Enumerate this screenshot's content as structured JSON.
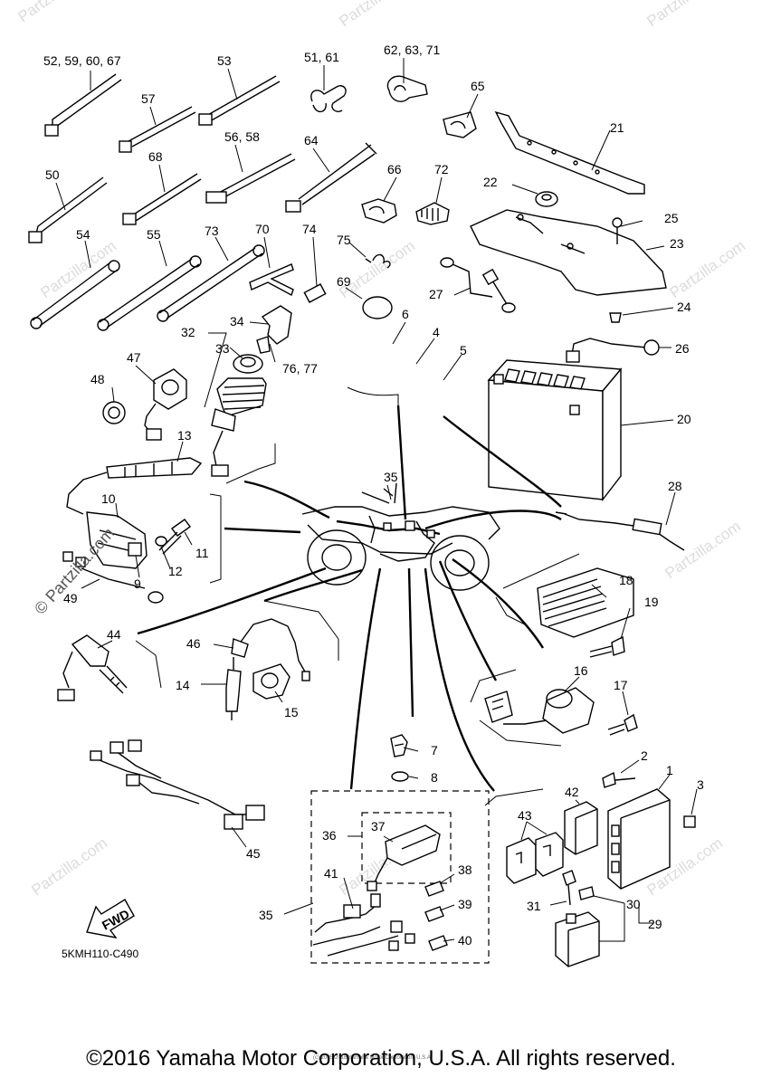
{
  "labels": {
    "l1": "1",
    "l2": "2",
    "l3": "3",
    "l4": "4",
    "l5": "5",
    "l6": "6",
    "l7": "7",
    "l8": "8",
    "l9": "9",
    "l10": "10",
    "l11": "11",
    "l12": "12",
    "l13": "13",
    "l14": "14",
    "l15": "15",
    "l16": "16",
    "l17": "17",
    "l18": "18",
    "l19": "19",
    "l20": "20",
    "l21": "21",
    "l22": "22",
    "l23": "23",
    "l24": "24",
    "l25": "25",
    "l26": "26",
    "l27": "27",
    "l28": "28",
    "l29": "29",
    "l30": "30",
    "l31": "31",
    "l32": "32",
    "l33": "33",
    "l34": "34",
    "l35a": "35",
    "l35b": "35",
    "l36": "36",
    "l37": "37",
    "l38": "38",
    "l39": "39",
    "l40": "40",
    "l41": "41",
    "l42": "42",
    "l43": "43",
    "l44": "44",
    "l45": "45",
    "l46": "46",
    "l47": "47",
    "l48": "48",
    "l49": "49",
    "l50": "50",
    "l52": "52, 59, 60, 67",
    "l53": "53",
    "l51": "51, 61",
    "l62": "62, 63, 71",
    "l65": "65",
    "l57": "57",
    "l56": "56, 58",
    "l64": "64",
    "l66": "66",
    "l72": "72",
    "l68": "68",
    "l54": "54",
    "l55": "55",
    "l73": "73",
    "l70": "70",
    "l74": "74",
    "l75": "75",
    "l69": "69",
    "l76": "76, 77"
  },
  "fwd_arrow_label": "FWD",
  "diagram_code": "5KMH110-C490",
  "watermark_text": "© Partzilla.com",
  "faint_watermark": "Partzilla.com",
  "tiny_copyright": "(c) 2005-2016 Yamaha Motor Corporation, U.S.A.",
  "footer": "©2016 Yamaha Motor Corporation, U.S.A. All rights reserved."
}
